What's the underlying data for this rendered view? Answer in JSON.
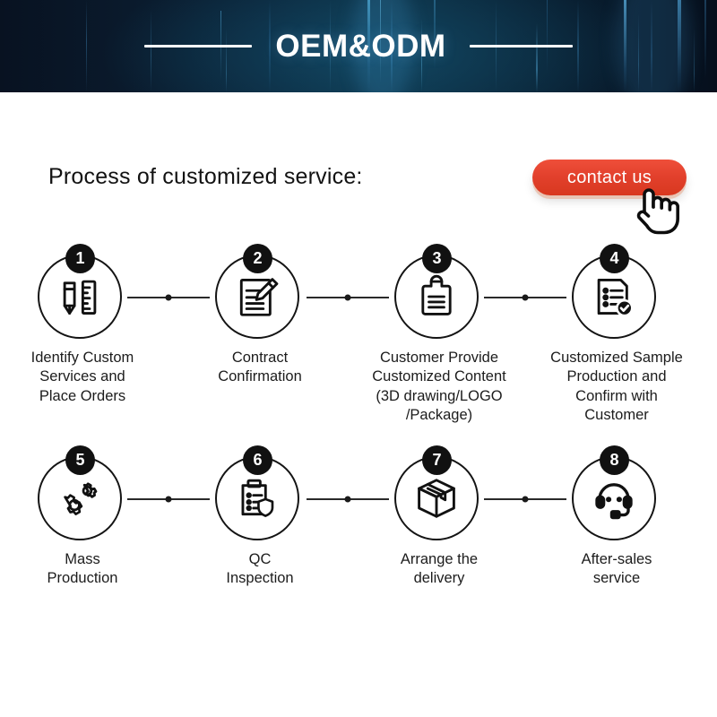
{
  "banner": {
    "title": "OEM&ODM",
    "bg_dark": "#081221",
    "bg_teal": "#0d3045",
    "rule_color": "#ffffff"
  },
  "heading": {
    "process_title": "Process of customized service:"
  },
  "contact": {
    "label": "contact us",
    "color": "#e2402c",
    "cursor_icon": "hand-pointer-icon"
  },
  "steps": [
    {
      "number": "1",
      "icon": "pencil-ruler-icon",
      "lines": [
        "Identify Custom",
        "Services and",
        "Place Orders"
      ]
    },
    {
      "number": "2",
      "icon": "document-pen-icon",
      "lines": [
        "Contract",
        "Confirmation"
      ]
    },
    {
      "number": "3",
      "icon": "clipboard-icon",
      "lines": [
        "Customer Provide",
        "Customized Content",
        "(3D drawing/LOGO",
        "/Package)"
      ]
    },
    {
      "number": "4",
      "icon": "checklist-check-icon",
      "lines": [
        "Customized Sample",
        "Production and",
        "Confirm with",
        "Customer"
      ]
    },
    {
      "number": "5",
      "icon": "gears-icon",
      "lines": [
        "Mass",
        "Production"
      ]
    },
    {
      "number": "6",
      "icon": "clipboard-shield-icon",
      "lines": [
        "QC",
        "Inspection"
      ]
    },
    {
      "number": "7",
      "icon": "package-box-icon",
      "lines": [
        "Arrange the",
        "delivery"
      ]
    },
    {
      "number": "8",
      "icon": "headset-support-icon",
      "lines": [
        "After-sales",
        "service"
      ]
    }
  ]
}
